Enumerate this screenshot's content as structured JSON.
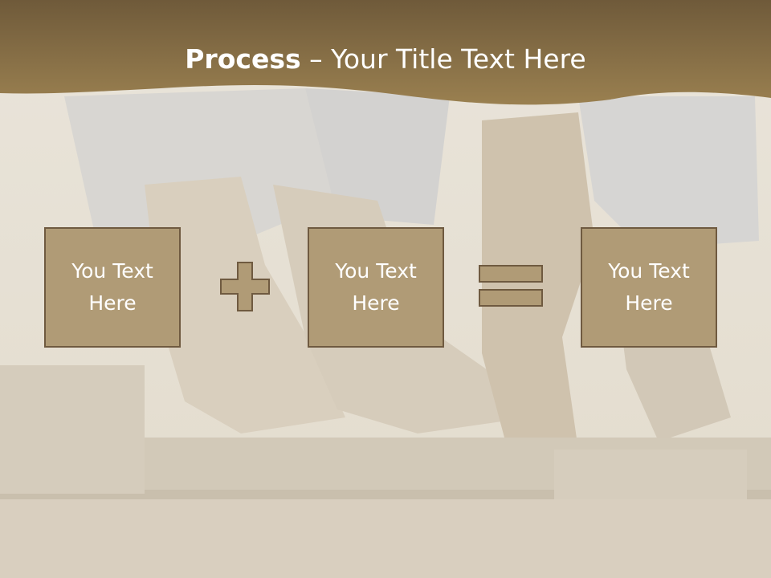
{
  "title": {
    "bold": "Process",
    "rest": " – Your Title Text Here"
  },
  "boxes": [
    {
      "text": "You Text\nHere"
    },
    {
      "text": "You Text\nHere"
    },
    {
      "text": "You Text\nHere"
    }
  ],
  "operators": [
    "plus-icon",
    "equals-icon"
  ],
  "colors": {
    "title_band": "#8e7548",
    "box_fill": "#b09b76",
    "box_border": "#6f5a40",
    "text": "#ffffff",
    "background": "#ece6da"
  }
}
